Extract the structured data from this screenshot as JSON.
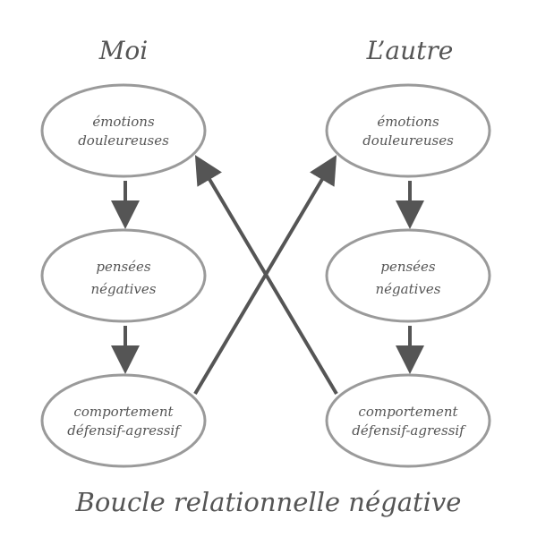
{
  "left_column": {
    "title": "Moi",
    "nodes": [
      {
        "line1": "émotions",
        "line2": "douleureuses"
      },
      {
        "line1": "pensées",
        "line2": "négatives"
      },
      {
        "line1": "comportement",
        "line2": "défensif-agressif"
      }
    ]
  },
  "right_column": {
    "title": "L’autre",
    "nodes": [
      {
        "line1": "émotions",
        "line2": "douleureuses"
      },
      {
        "line1": "pensées",
        "line2": "négatives"
      },
      {
        "line1": "comportement",
        "line2": "défensif-agressif"
      }
    ]
  },
  "caption": "Boucle relationnelle négative",
  "colors": {
    "text": "#555555",
    "ellipse_stroke": "#9a9a9a",
    "arrow": "#555555"
  }
}
